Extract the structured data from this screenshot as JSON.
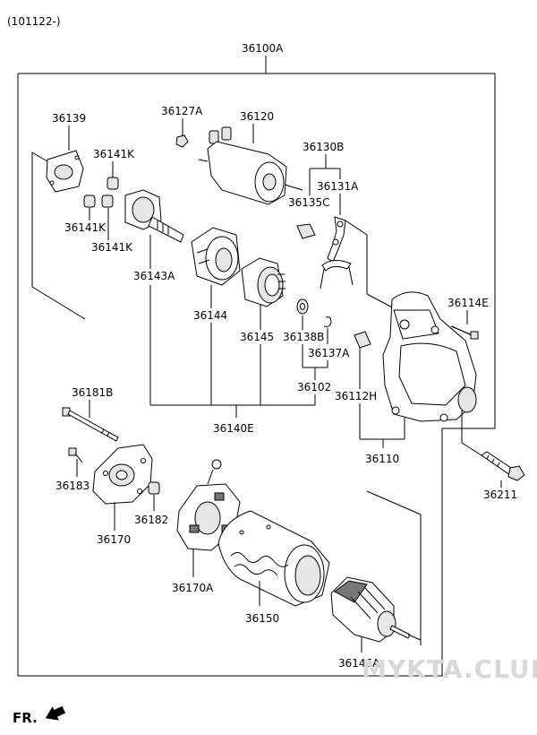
{
  "header": {
    "code": "(101122-)"
  },
  "assembly_label": "36100A",
  "parts": {
    "p36139": "36139",
    "p36127A": "36127A",
    "p36120": "36120",
    "p36130B": "36130B",
    "p36141K_a": "36141K",
    "p36131A": "36131A",
    "p36135C": "36135C",
    "p36141K_b": "36141K",
    "p36141K_c": "36141K",
    "p36143A": "36143A",
    "p36144": "36144",
    "p36145": "36145",
    "p36138B": "36138B",
    "p36137A": "36137A",
    "p36114E": "36114E",
    "p36102": "36102",
    "p36112H": "36112H",
    "p36181B": "36181B",
    "p36140E": "36140E",
    "p36110": "36110",
    "p36183": "36183",
    "p36182": "36182",
    "p36170": "36170",
    "p36211": "36211",
    "p36170A": "36170A",
    "p36150": "36150",
    "p36146A": "36146A"
  },
  "watermark": "MYKTA.CLUB",
  "direction": {
    "label": "FR."
  }
}
